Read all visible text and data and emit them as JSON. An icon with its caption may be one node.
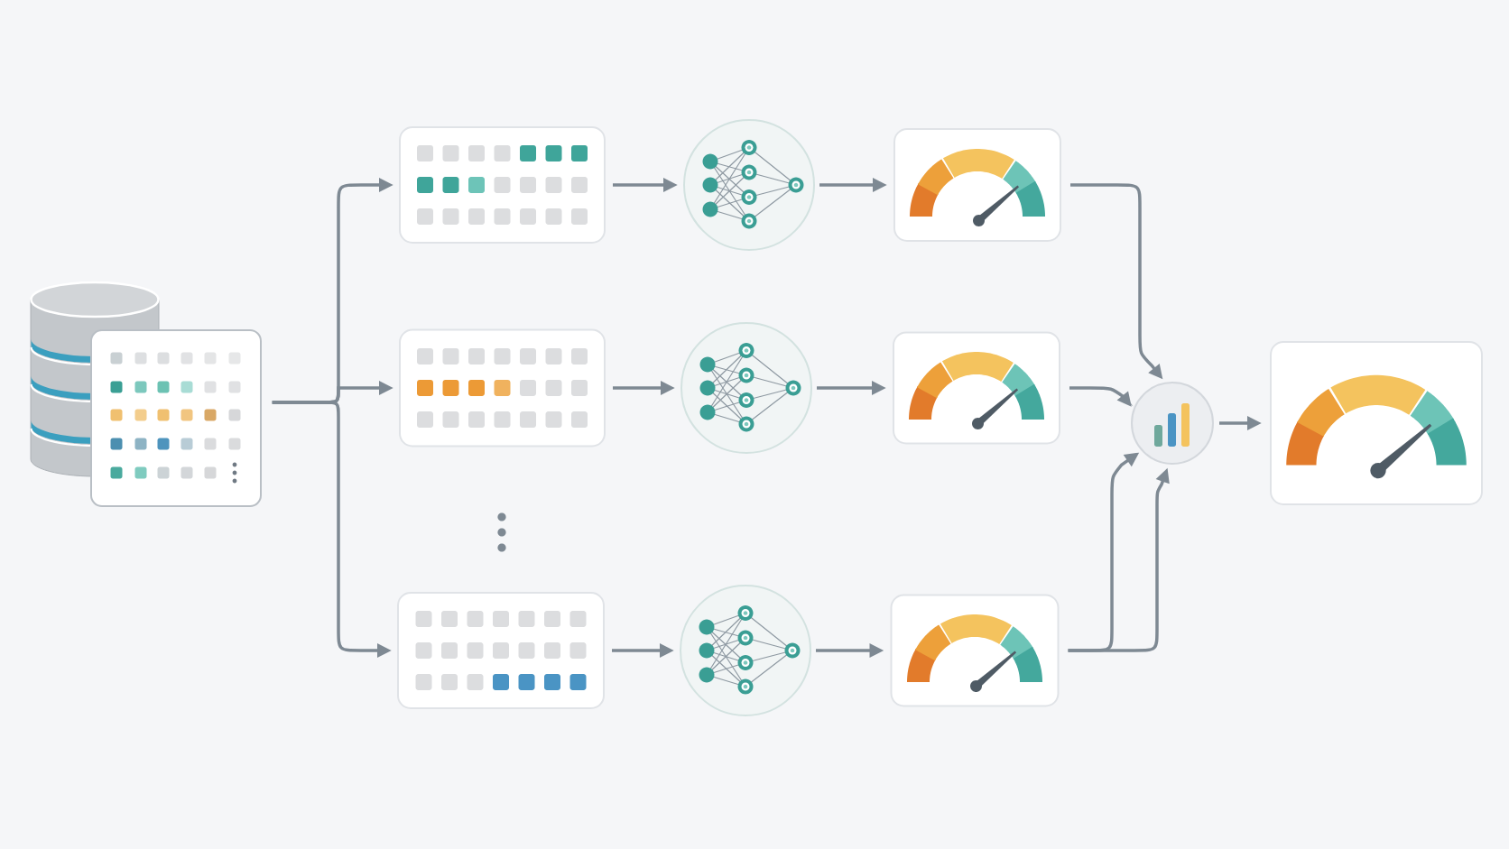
{
  "diagram": {
    "nodes": [
      {
        "text": [],
        "shape": "picture"
      },
      {
        "text": [],
        "shape": "box"
      },
      {
        "text": [],
        "shape": "box"
      },
      {
        "text": [],
        "shape": "box"
      },
      {
        "text": [],
        "shape": "circle"
      },
      {
        "text": [],
        "shape": "circle"
      },
      {
        "text": [],
        "shape": "circle"
      },
      {
        "text": [],
        "shape": "box"
      },
      {
        "text": [],
        "shape": "box"
      },
      {
        "text": [],
        "shape": "box"
      },
      {
        "text": [],
        "shape": "circle"
      },
      {
        "text": [],
        "shape": "box"
      }
    ],
    "edges": [
      {
        "from": 0,
        "to": 1,
        "arrow": "to"
      },
      {
        "from": 0,
        "to": 2,
        "arrow": "to"
      },
      {
        "from": 0,
        "to": 3,
        "arrow": "to"
      },
      {
        "from": 1,
        "to": 4,
        "arrow": "to"
      },
      {
        "from": 2,
        "to": 5,
        "arrow": "to"
      },
      {
        "from": 3,
        "to": 6,
        "arrow": "to"
      },
      {
        "from": 4,
        "to": 7,
        "arrow": "to"
      },
      {
        "from": 5,
        "to": 8,
        "arrow": "to"
      },
      {
        "from": 6,
        "to": 9,
        "arrow": "to"
      },
      {
        "from": 7,
        "to": 10,
        "arrow": "to"
      },
      {
        "from": 8,
        "to": 10,
        "arrow": "to"
      },
      {
        "from": 9,
        "to": 10,
        "arrow": "to"
      },
      {
        "from": 9,
        "to": 10,
        "arrow": "to"
      },
      {
        "from": 10,
        "to": 11,
        "arrow": "to"
      }
    ]
  }
}
